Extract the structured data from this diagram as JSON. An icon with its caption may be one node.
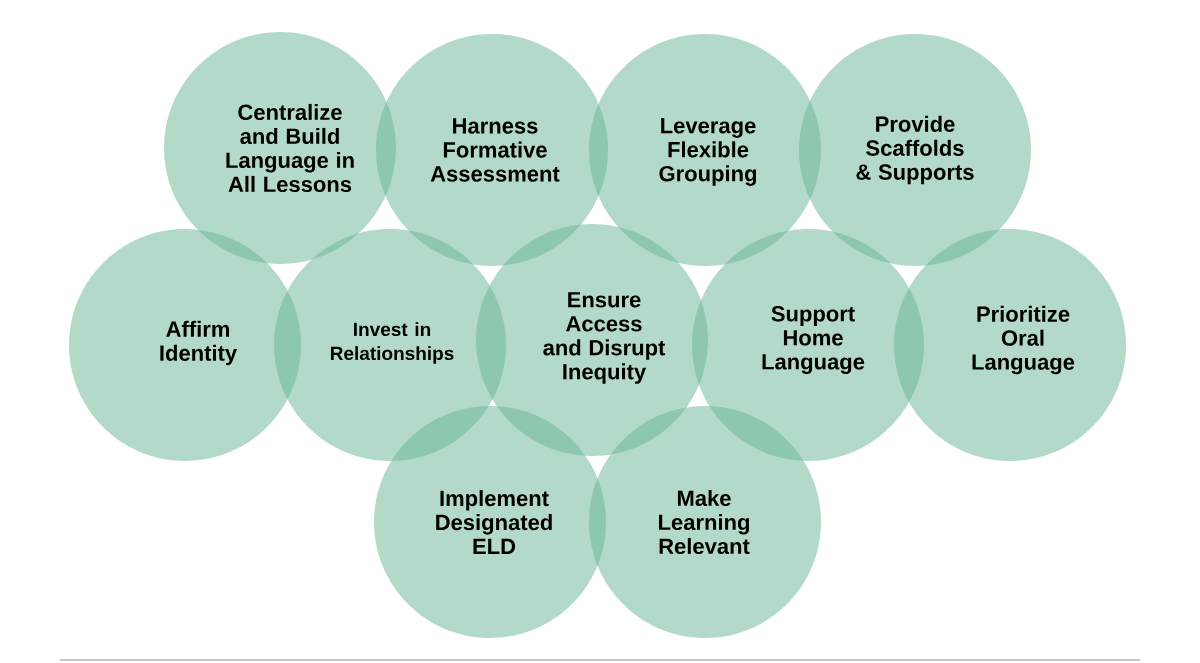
{
  "diagram": {
    "nodes": [
      {
        "text": [
          "Centralize and Build Language in All Lessons"
        ]
      },
      {
        "text": [
          "Harness Formative Assessment"
        ]
      },
      {
        "text": [
          "Leverage Flexible Grouping"
        ]
      },
      {
        "text": [
          "Provide Scaffolds & Supports"
        ]
      },
      {
        "text": [
          "Affirm Identity"
        ]
      },
      {
        "text": [
          "Invest in Relationships"
        ]
      },
      {
        "text": [
          "Ensure Access and Disrupt Inequity"
        ]
      },
      {
        "text": [
          "Support Home Language"
        ]
      },
      {
        "text": [
          "Prioritize Oral Language"
        ]
      },
      {
        "text": [
          "Implement Designated ELD"
        ]
      },
      {
        "text": [
          "Make Learning Relevant"
        ]
      }
    ]
  }
}
